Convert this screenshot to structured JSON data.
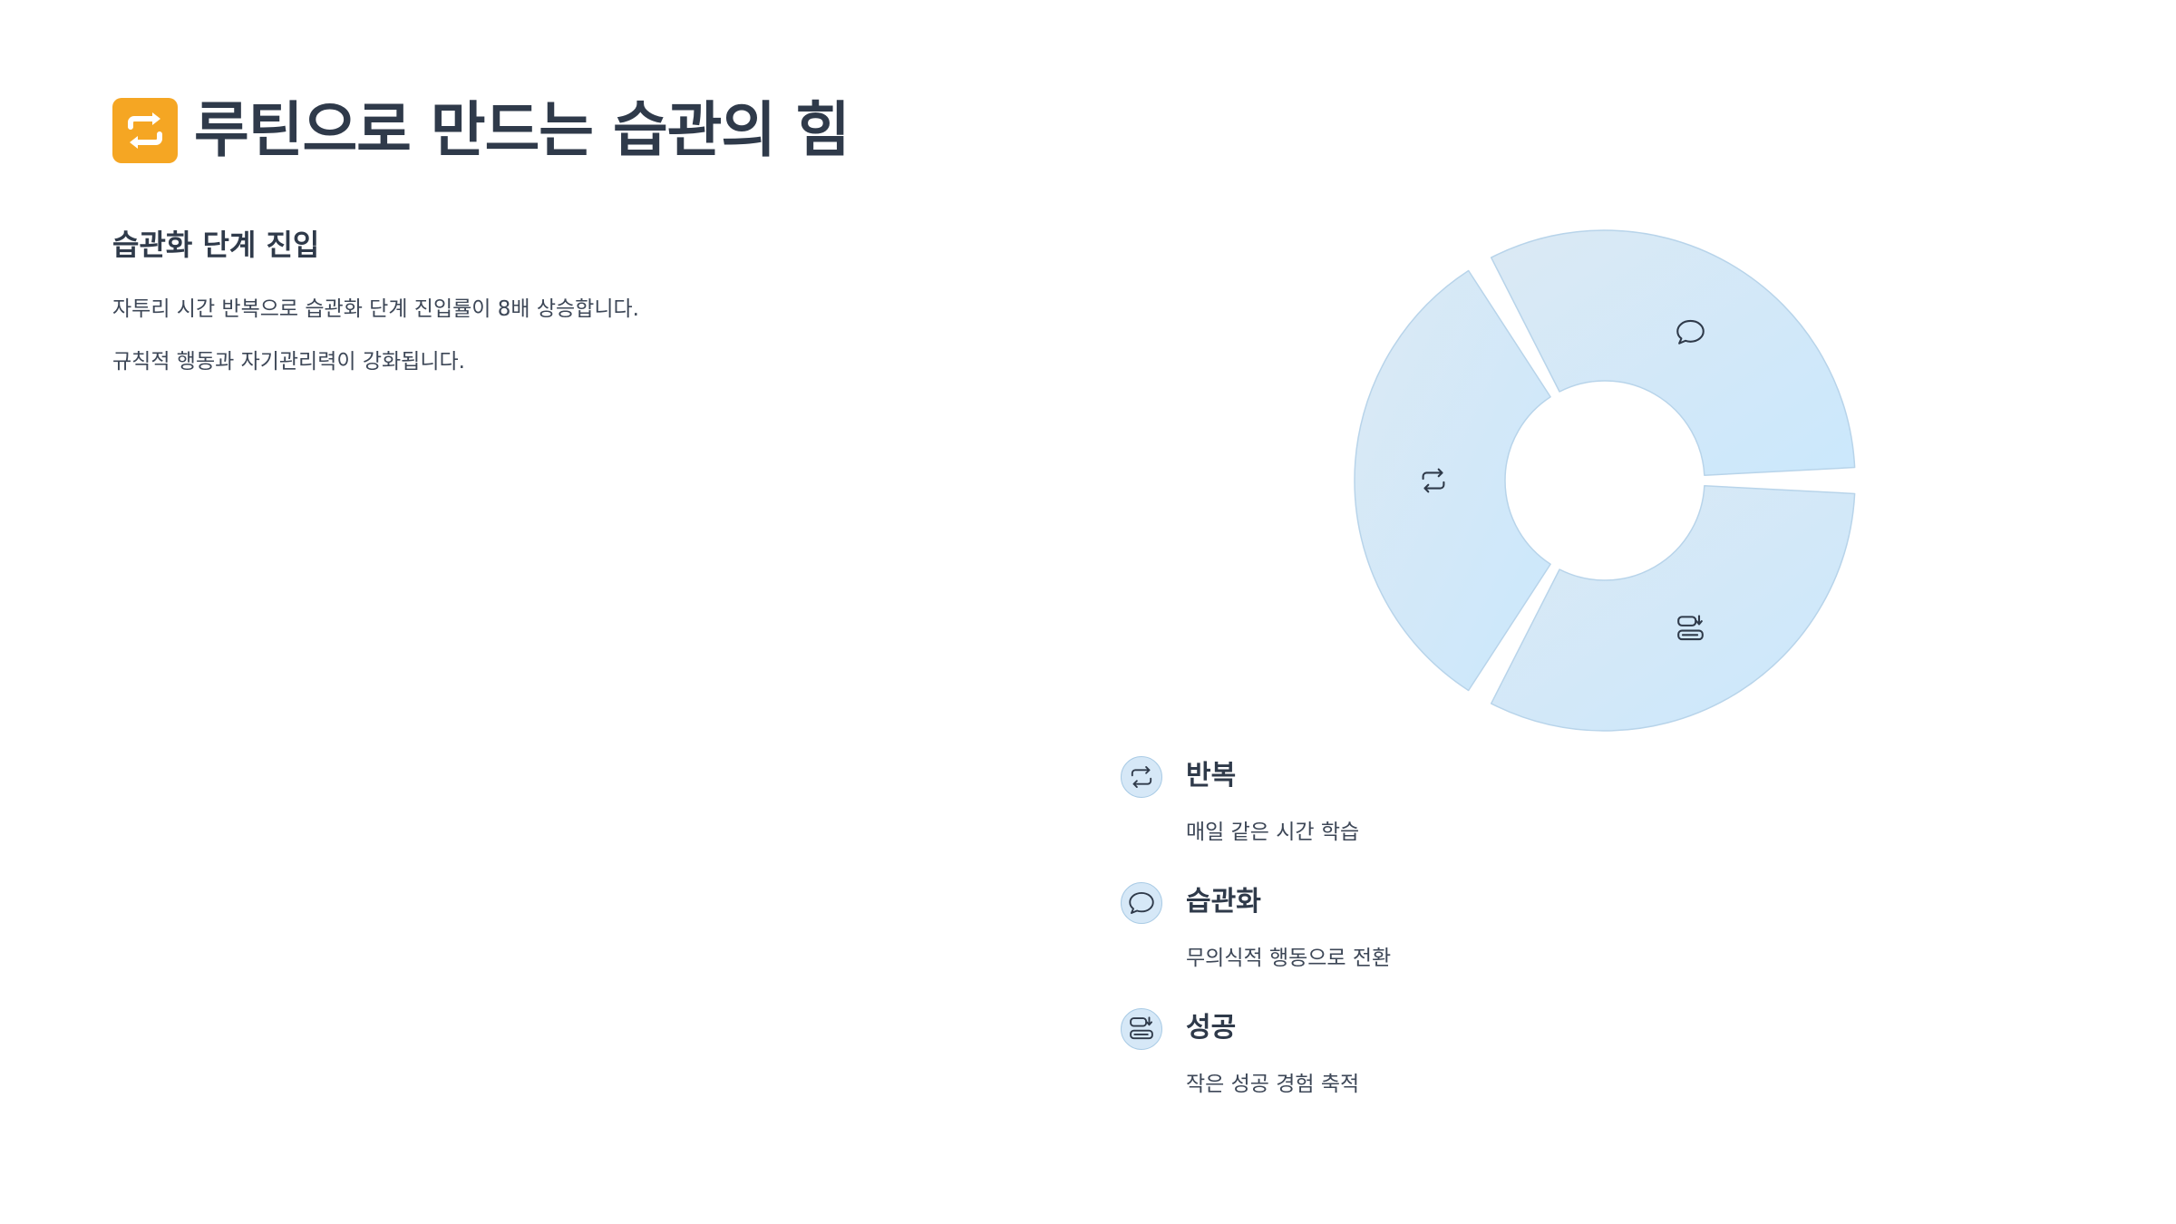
{
  "page": {
    "title_emoji_name": "repeat-icon",
    "title": "루틴으로 만드는 습관의 힘"
  },
  "left": {
    "heading": "습관화 단계 진입",
    "paragraphs": [
      "자투리 시간 반복으로 습관화 단계 진입률이 8배 상승합니다.",
      "규칙적 행동과 자기관리력이 강화됩니다."
    ]
  },
  "diagram": {
    "segments": [
      {
        "icon": "repeat-icon"
      },
      {
        "icon": "speech-bubble-icon"
      },
      {
        "icon": "toggle-stack-icon"
      }
    ]
  },
  "legend": [
    {
      "icon": "repeat-icon",
      "title": "반복",
      "desc": "매일 같은 시간 학습"
    },
    {
      "icon": "speech-bubble-icon",
      "title": "습관화",
      "desc": "무의식적 행동으로 전환"
    },
    {
      "icon": "toggle-stack-icon",
      "title": "성공",
      "desc": "작은 성공 경험 축적"
    }
  ],
  "colors": {
    "segment_fill_start": "#dbe9f4",
    "segment_fill_end": "#cbe8fc",
    "segment_stroke": "#b8d4ea",
    "title_icon_bg": "#f5a623",
    "text_dark": "#2f3a4a"
  }
}
